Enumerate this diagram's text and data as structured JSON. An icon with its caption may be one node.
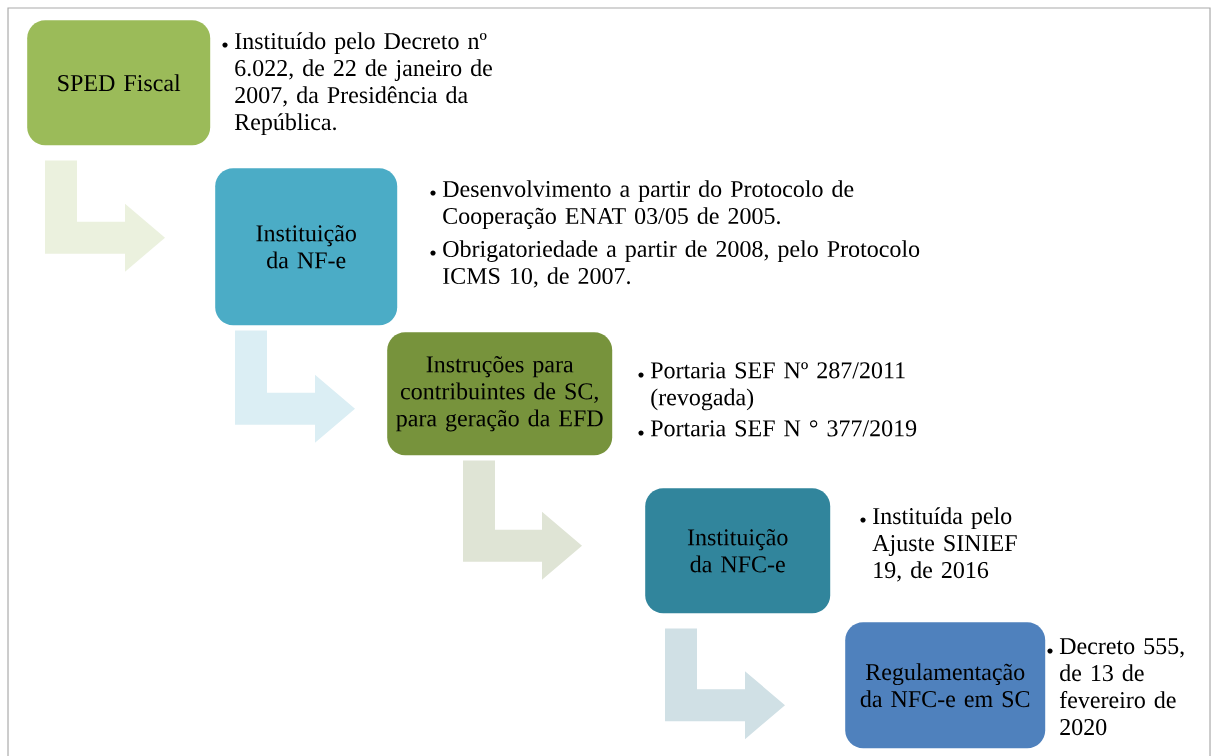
{
  "diagram": {
    "nodes": [
      {
        "text": [
          "SPED Fiscal"
        ],
        "beside": [
          "Instituído pelo Decreto nº 6.022, de 22 de janeiro de 2007, da Presidência da República."
        ]
      },
      {
        "text": [
          "Instituição da NF-e"
        ],
        "beside": [
          "Desenvolvimento a partir do Protocolo de Cooperação ENAT 03/05 de 2005.",
          "Obrigatoriedade a partir de 2008, pelo Protocolo ICMS 10, de 2007."
        ]
      },
      {
        "text": [
          "Instruções para contribuintes de SC, para geração da EFD"
        ],
        "beside": [
          "Portaria SEF Nº 287/2011 (revogada)",
          "Portaria SEF N ° 377/2019"
        ]
      },
      {
        "text": [
          "Instituição da NFC-e"
        ],
        "beside": [
          "Instituída pelo Ajuste SINIEF 19, de 2016"
        ]
      },
      {
        "text": [
          "Regulamentação da NFC-e em SC"
        ],
        "beside": [
          "Decreto 555, de 13 de fevereiro de 2020"
        ]
      }
    ],
    "edges": [
      {
        "from": 0,
        "to": 1,
        "arrow": "to",
        "color": "#ebf1de"
      },
      {
        "from": 1,
        "to": 2,
        "arrow": "to",
        "color": "#dbeef4"
      },
      {
        "from": 2,
        "to": 3,
        "arrow": "to",
        "color": "#dfe4d5"
      },
      {
        "from": 3,
        "to": 4,
        "arrow": "to",
        "color": "#d0e0e5"
      }
    ]
  }
}
